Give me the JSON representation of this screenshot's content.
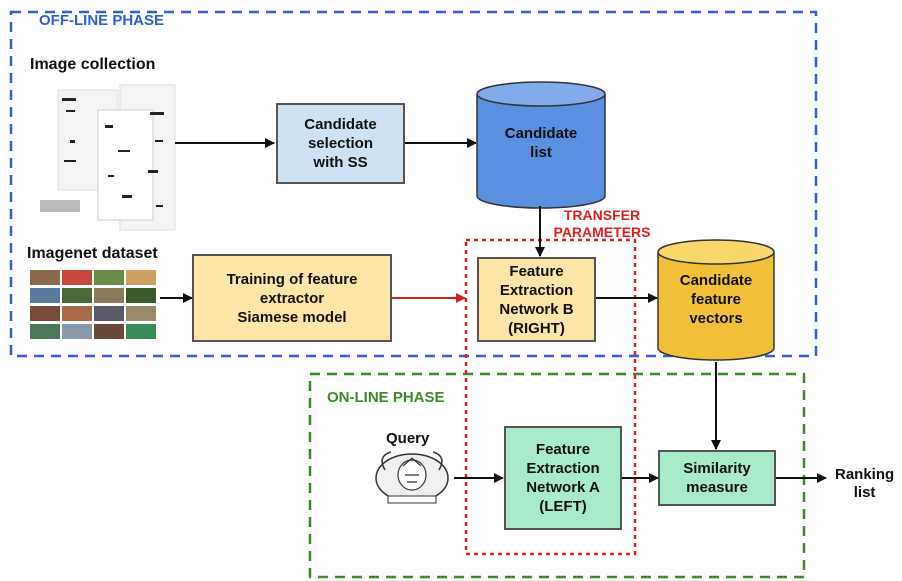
{
  "phases": {
    "offline": {
      "label": "OFF-LINE PHASE",
      "color": "#2f5fd0"
    },
    "online": {
      "label": "ON-LINE PHASE",
      "color": "#3b8a2a"
    },
    "transfer": {
      "label": "TRANSFER\nPARAMETERS",
      "color": "#e02020"
    }
  },
  "inputs": {
    "image_collection": "Image collection",
    "imagenet": "Imagenet dataset",
    "query": "Query"
  },
  "nodes": {
    "candidate_selection": {
      "label": "Candidate\nselection\nwith SS",
      "fill": "#cfe2f3"
    },
    "candidate_list": {
      "label": "Candidate\nlist",
      "fill": "#5b8fe0"
    },
    "training": {
      "label": "Training of feature\nextractor\nSiamese model",
      "fill": "#fde5a8"
    },
    "network_b": {
      "label": "Feature\nExtraction\nNetwork B\n(RIGHT)",
      "fill": "#fde5a8"
    },
    "candidate_vectors": {
      "label": "Candidate\nfeature\nvectors",
      "fill": "#f2c038"
    },
    "network_a": {
      "label": "Feature\nExtraction\nNetwork A\n(LEFT)",
      "fill": "#a8ebcb"
    },
    "similarity": {
      "label": "Similarity\nmeasure",
      "fill": "#a8ebcb"
    }
  },
  "output": {
    "label": "Ranking\nlist"
  }
}
